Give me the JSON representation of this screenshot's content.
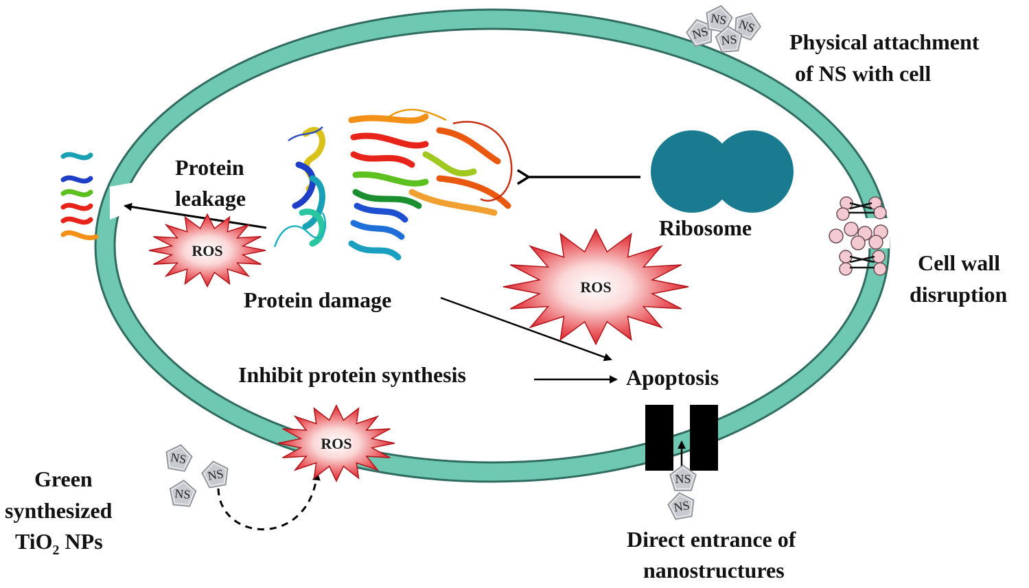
{
  "labels": {
    "physical_1": "Physical attachment",
    "physical_2": "of NS with cell",
    "protein_leakage_1": "Protein",
    "protein_leakage_2": "leakage",
    "ribosome": "Ribosome",
    "cell_wall_1": "Cell wall",
    "cell_wall_2": "disruption",
    "protein_damage": "Protein damage",
    "inhibit": "Inhibit protein synthesis",
    "apoptosis": "Apoptosis",
    "green_1": "Green",
    "green_2": "synthesized",
    "green_3_main": "TiO",
    "green_3_sub": "2",
    "green_3_tail": " NPs",
    "direct_1": "Direct entrance of",
    "direct_2": "nanostructures"
  },
  "ros_label": "ROS",
  "ns_label": "NS",
  "colors": {
    "membrane": "#6fc9b2",
    "membrane_stroke": "#2f6b5e",
    "ros_fill": "#d81f26",
    "ribosome": "#1a7a8f",
    "ns_fill": "#c5c8cc",
    "pore_bead": "#f3c9d2",
    "channel": "#000000"
  },
  "icons": [
    "protein-structure-icon",
    "ribosome-icon",
    "ros-burst-icon",
    "nanostructure-icon",
    "membrane-pore-icon",
    "membrane-channel-icon"
  ]
}
